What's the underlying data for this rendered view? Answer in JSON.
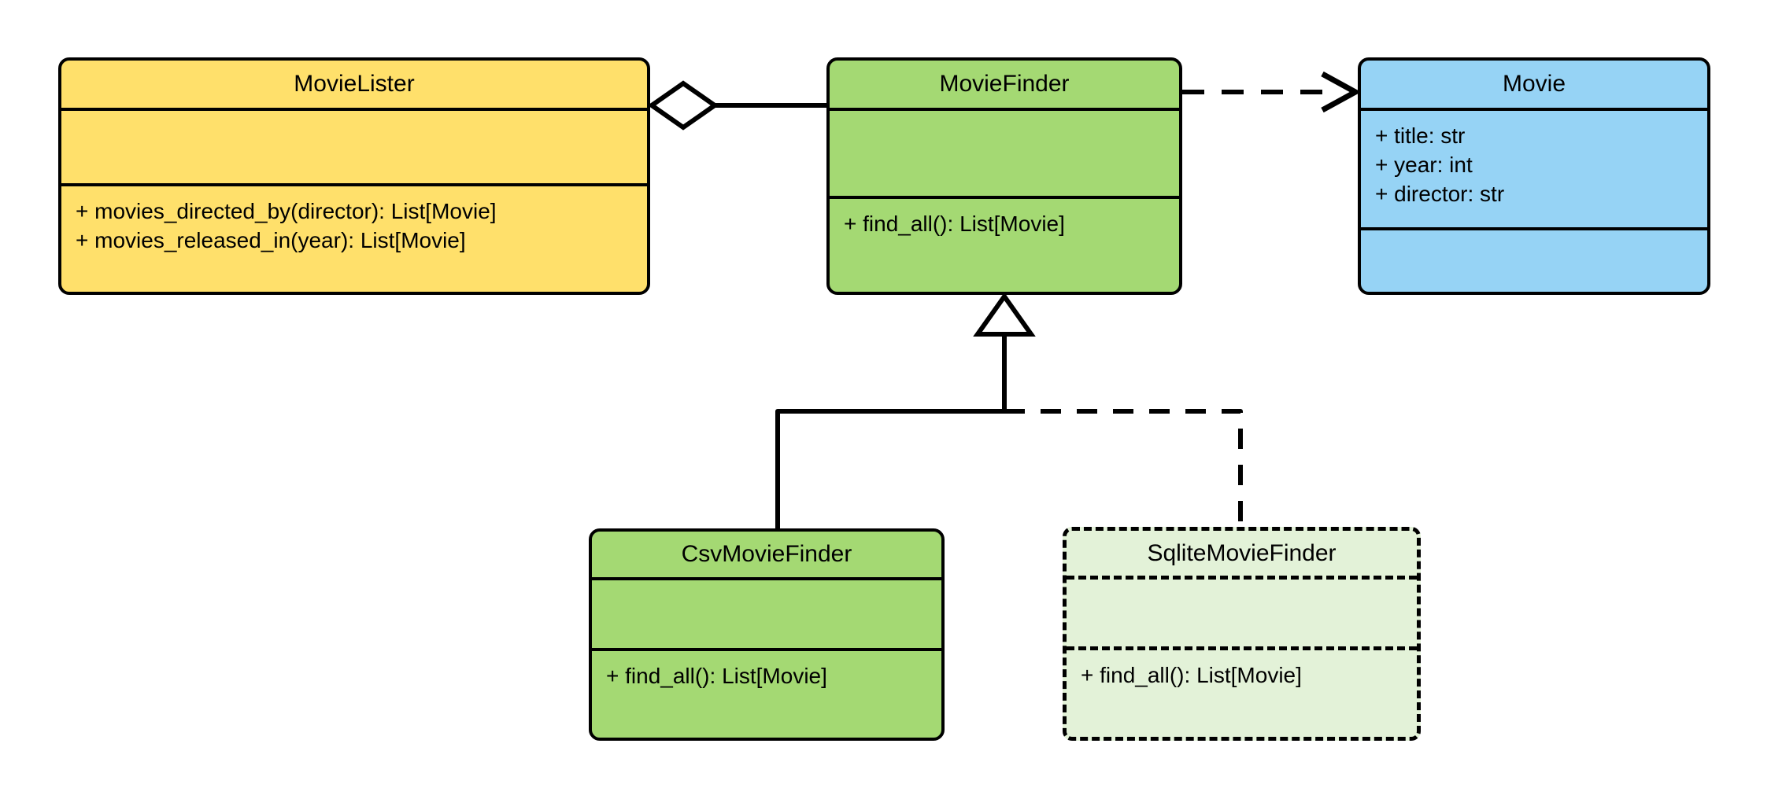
{
  "diagram": {
    "kind": "uml-class-diagram",
    "title": "MovieLister dependency injection class diagram",
    "background": "#ffffff",
    "line_color": "#000000"
  },
  "palette": {
    "yellow": "#ffe06b",
    "green": "#a4d973",
    "blue": "#96d3f5",
    "pale_green": "#e3f2d8",
    "stroke": "#000000"
  },
  "classes": [
    {
      "id": "movie-lister",
      "name": "MovieLister",
      "fill": "#ffe06b",
      "style": "solid",
      "attributes": [],
      "operations": [
        "+ movies_directed_by(director): List[Movie]",
        "+ movies_released_in(year): List[Movie]"
      ]
    },
    {
      "id": "movie-finder",
      "name": "MovieFinder",
      "fill": "#a4d973",
      "style": "solid",
      "attributes": [],
      "operations": [
        "+ find_all(): List[Movie]"
      ]
    },
    {
      "id": "movie",
      "name": "Movie",
      "fill": "#96d3f5",
      "style": "solid",
      "attributes": [
        "+ title: str",
        "+ year: int",
        "+ director: str"
      ],
      "operations": []
    },
    {
      "id": "csv-movie-finder",
      "name": "CsvMovieFinder",
      "fill": "#a4d973",
      "style": "solid",
      "attributes": [],
      "operations": [
        "+ find_all(): List[Movie]"
      ]
    },
    {
      "id": "sqlite-movie-finder",
      "name": "SqliteMovieFinder",
      "fill": "#e3f2d8",
      "style": "dashed",
      "attributes": [],
      "operations": [
        "+ find_all(): List[Movie]"
      ]
    }
  ],
  "relationships": [
    {
      "id": "lister-aggregates-finder",
      "type": "aggregation",
      "from": "MovieLister",
      "to": "MovieFinder",
      "line": "solid",
      "end_marker": "hollow-diamond"
    },
    {
      "id": "finder-depends-on-movie",
      "type": "dependency",
      "from": "MovieFinder",
      "to": "Movie",
      "line": "dashed",
      "end_marker": "open-arrow"
    },
    {
      "id": "csv-inherits-finder",
      "type": "generalization",
      "from": "CsvMovieFinder",
      "to": "MovieFinder",
      "line": "solid",
      "end_marker": "hollow-triangle"
    },
    {
      "id": "sqlite-inherits-finder",
      "type": "generalization",
      "from": "SqliteMovieFinder",
      "to": "MovieFinder",
      "line": "dashed",
      "end_marker": "hollow-triangle"
    }
  ]
}
